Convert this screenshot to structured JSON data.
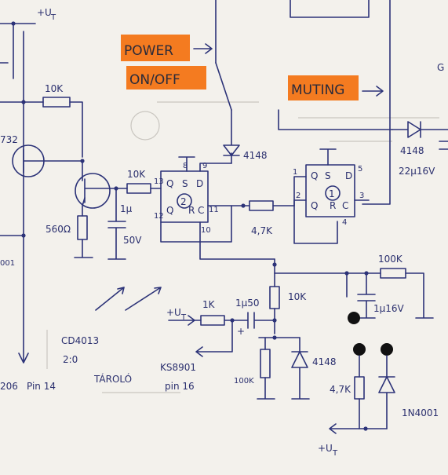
{
  "tags": {
    "power": "POWER",
    "onoff": "ON/OFF",
    "muting": "MUTING"
  },
  "labels": {
    "ut_top": "+U",
    "ut_top_sub": "T",
    "r1": "10K",
    "tr_label": "732",
    "r_base": "10K",
    "cap1": "1µ",
    "cap1_v": "50V",
    "r_emit": "560Ω",
    "d1": "4148",
    "ic_pin_13": "13",
    "ic_pin_12": "12",
    "ic_pin_11": "11",
    "ic_pin_10": "10",
    "ic_pin_8": "8",
    "ic_pin_9": "9",
    "ic1_num": "2",
    "r_mid": "4,7K",
    "ic2_num": "1",
    "ic2_p1": "1",
    "ic2_p2": "2",
    "ic2_p3": "3",
    "ic2_p4": "4",
    "ic2_p5": "5",
    "d_right": "4148",
    "cap_right": "22µ16V",
    "r_right": "100K",
    "cap_r2": "1µ16V",
    "r_10k_mid": "10K",
    "r_1k": "1K",
    "cap_1u50": "1µ50",
    "in_ut": "+U",
    "in_ut_sub": "T",
    "d_4148_b": "4148",
    "r_100k_b": "100K",
    "r_47k_b": "4,7K",
    "d_1n4001": "1N4001",
    "ut_bottom": "+U",
    "ut_bottom_sub": "T",
    "note_cd": "CD4013",
    "note_2x": "2:0",
    "note_tarolo": "TÁROLÓ",
    "note_ks": "KS8901",
    "note_pin16": "pin 16",
    "note_206": "206",
    "note_pin14": "Pin 14",
    "edge_001": "001",
    "edge_g": "G"
  }
}
